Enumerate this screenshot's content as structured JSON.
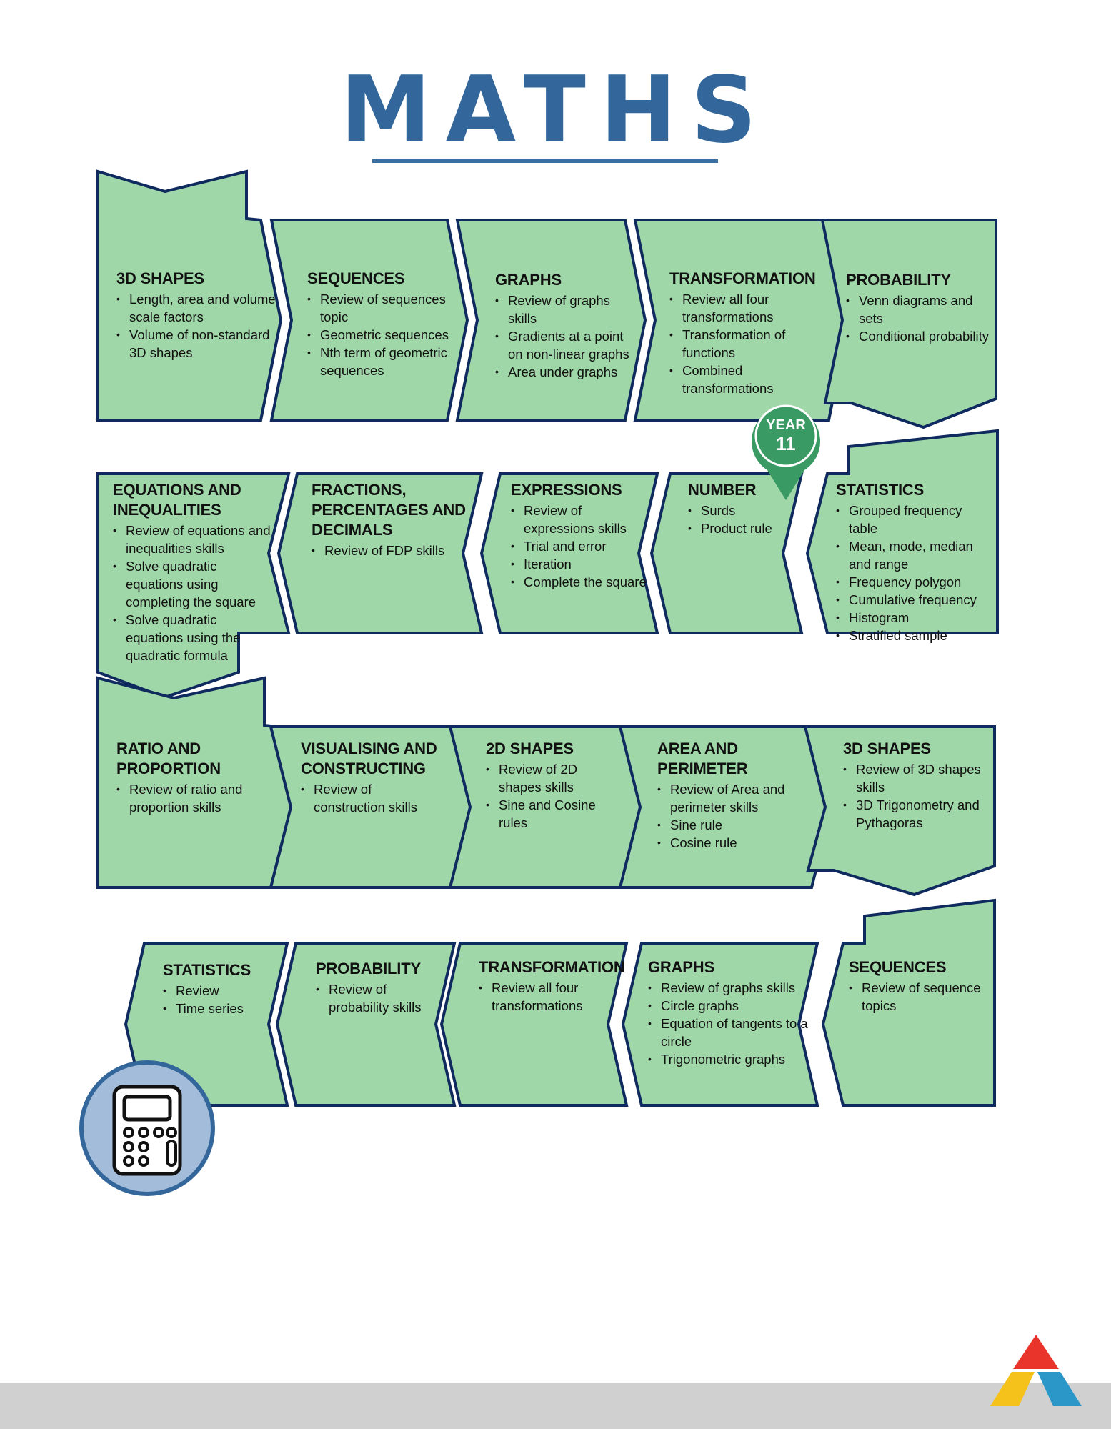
{
  "title": "MATHS",
  "colors": {
    "title": "#33679b",
    "card_fill": "#a0d7a8",
    "card_stroke": "#0f2a5e",
    "pin": "#3a9a64",
    "calculator_circle": "#a3bcd9",
    "logo": [
      "#e8342a",
      "#f5c21b",
      "#2b97c9"
    ]
  },
  "marker": {
    "line1": "YEAR",
    "line2": "11"
  },
  "icons": {
    "calculator": "calculator-icon",
    "logo": "triangle-logo-icon",
    "marker": "map-pin-icon"
  },
  "rows": [
    [
      {
        "title": "3D SHAPES",
        "items": [
          "Length, area and volume scale factors",
          "Volume of non-standard 3D shapes"
        ]
      },
      {
        "title": "SEQUENCES",
        "items": [
          "Review of sequences topic",
          "Geometric sequences",
          "Nth term of geometric sequences"
        ]
      },
      {
        "title": "GRAPHS",
        "items": [
          "Review of graphs skills",
          "Gradients at a point on non-linear graphs",
          "Area under graphs"
        ]
      },
      {
        "title": "TRANSFORMATION",
        "items": [
          "Review all four transformations",
          "Transformation of functions",
          "Combined transformations"
        ]
      },
      {
        "title": "PROBABILITY",
        "items": [
          "Venn diagrams and sets",
          "Conditional probability"
        ]
      }
    ],
    [
      {
        "title": "EQUATIONS AND INEQUALITIES",
        "items": [
          "Review of equations and inequalities skills",
          "Solve quadratic equations using completing the square",
          "Solve quadratic equations using the quadratic formula"
        ]
      },
      {
        "title": "FRACTIONS, PERCENTAGES AND DECIMALS",
        "items": [
          "Review of FDP skills"
        ]
      },
      {
        "title": "EXPRESSIONS",
        "items": [
          "Review of expressions skills",
          "Trial and error",
          "Iteration",
          "Complete the square"
        ]
      },
      {
        "title": "NUMBER",
        "items": [
          "Surds",
          "Product rule"
        ]
      },
      {
        "title": "STATISTICS",
        "items": [
          "Grouped frequency table",
          "Mean, mode, median and range",
          "Frequency polygon",
          "Cumulative frequency",
          "Histogram",
          "Stratified sample"
        ]
      }
    ],
    [
      {
        "title": "RATIO AND PROPORTION",
        "items": [
          "Review of ratio and proportion skills"
        ]
      },
      {
        "title": "VISUALISING AND CONSTRUCTING",
        "items": [
          "Review of construction skills"
        ]
      },
      {
        "title": "2D SHAPES",
        "items": [
          "Review of 2D shapes skills",
          "Sine and Cosine rules"
        ]
      },
      {
        "title": "AREA AND PERIMETER",
        "items": [
          "Review of Area and perimeter skills",
          "Sine rule",
          "Cosine rule"
        ]
      },
      {
        "title": "3D SHAPES",
        "items": [
          "Review of 3D shapes skills",
          "3D Trigonometry and Pythagoras"
        ]
      }
    ],
    [
      {
        "title": "STATISTICS",
        "items": [
          "Review",
          "Time series"
        ]
      },
      {
        "title": "PROBABILITY",
        "items": [
          "Review of probability skills"
        ]
      },
      {
        "title": "TRANSFORMATION",
        "items": [
          "Review all four transformations"
        ]
      },
      {
        "title": "GRAPHS",
        "items": [
          "Review of graphs skills",
          "Circle graphs",
          "Equation of tangents to a circle",
          "Trigonometric graphs"
        ]
      },
      {
        "title": "SEQUENCES",
        "items": [
          "Review of sequence topics"
        ]
      }
    ]
  ]
}
